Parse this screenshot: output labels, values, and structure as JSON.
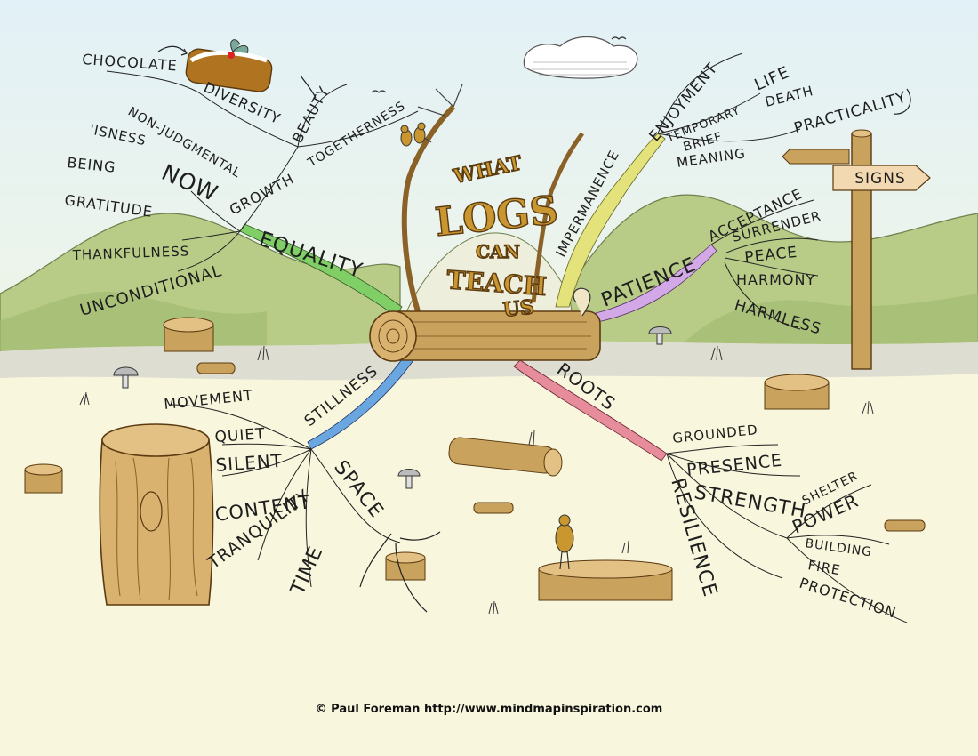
{
  "title": {
    "line1": "WHAT",
    "line2": "LOGS",
    "line3": "CAN",
    "line4": "TEACH",
    "line5": "US"
  },
  "signpost": "SIGNS",
  "branches": {
    "equality": {
      "label": "EQUALITY",
      "growth": {
        "label": "GROWTH",
        "beauty": "BEAUTY",
        "togetherness": "TOGETHERNESS",
        "diversity": "DIVERSITY",
        "chocolate": "CHOCOLATE"
      },
      "now": {
        "label": "NOW",
        "non_judgmental": "NON-JUDGMENTAL",
        "isness": "'ISNESS",
        "being": "BEING",
        "gratitude": "GRATITUDE"
      },
      "thankfulness": "THANKFULNESS",
      "unconditional": "UNCONDITIONAL"
    },
    "impermanence": {
      "label": "IMPERMANENCE",
      "enjoyment": "ENJOYMENT",
      "temporary": "TEMPORARY",
      "life": "LIFE",
      "death": "DEATH",
      "brief": "BRIEF",
      "meaning": "MEANING",
      "practicality": "PRACTICALITY"
    },
    "patience": {
      "label": "PATIENCE",
      "acceptance": "ACCEPTANCE",
      "surrender": "SURRENDER",
      "peace": "PEACE",
      "harmony": "HARMONY",
      "harmless": "HARMLESS"
    },
    "stillness": {
      "label": "STILLNESS",
      "movement": "MOVEMENT",
      "quiet": "QUIET",
      "silent": "SILENT",
      "content": "CONTENT",
      "tranquility": "TRANQUILITY",
      "time": "TIME",
      "space": "SPACE"
    },
    "roots": {
      "label": "ROOTS",
      "grounded": "GROUNDED",
      "presence": "PRESENCE",
      "strength": "STRENGTH",
      "resilience": "RESILIENCE",
      "shelter": "SHELTER",
      "power": "POWER",
      "building": "BUILDING",
      "fire": "FIRE",
      "protection": "PROTECTION"
    }
  },
  "footer": {
    "credit": "© Paul Foreman http://www.mindmapinspiration.com"
  },
  "colors": {
    "sky": "#e6f3f6",
    "mountain": "#b8cc88",
    "mountain_dark": "#a3ba74",
    "ground": "#f8f6dc",
    "shadow": "#bdbdbd",
    "log": "#c9a25e",
    "log_dark": "#8a6228",
    "equality_branch": "#7fcf66",
    "impermanence_branch": "#e4e27a",
    "patience_branch": "#d2a8e6",
    "stillness_branch": "#6aa7e0",
    "roots_branch": "#e78c9a"
  }
}
